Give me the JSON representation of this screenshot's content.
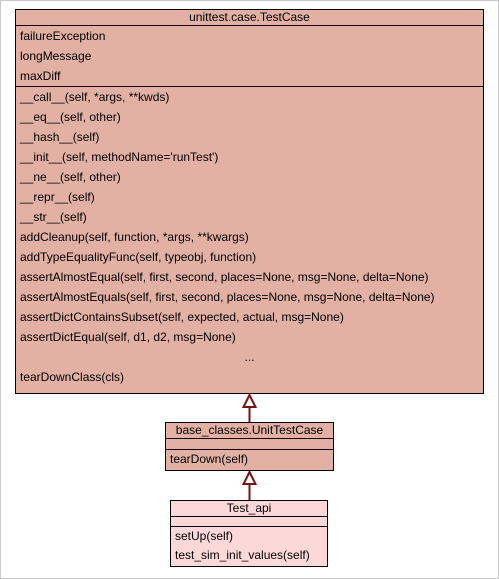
{
  "diagram": {
    "classes": [
      {
        "id": "testcase",
        "title": "unittest.case.TestCase",
        "attributes": [
          "failureException",
          "longMessage",
          "maxDiff"
        ],
        "methods": [
          "__call__(self, *args, **kwds)",
          "__eq__(self, other)",
          "__hash__(self)",
          "__init__(self, methodName='runTest')",
          "__ne__(self, other)",
          "__repr__(self)",
          "__str__(self)",
          "addCleanup(self, function, *args, **kwargs)",
          "addTypeEqualityFunc(self, typeobj, function)",
          "assertAlmostEqual(self, first, second, places=None, msg=None, delta=None)",
          "assertAlmostEquals(self, first, second, places=None, msg=None, delta=None)",
          "assertDictContainsSubset(self, expected, actual, msg=None)",
          "assertDictEqual(self, d1, d2, msg=None)",
          "...",
          "tearDownClass(cls)"
        ]
      },
      {
        "id": "unittestcase",
        "title": "base_classes.UnitTestCase",
        "attributes": [],
        "methods": [
          "tearDown(self)"
        ]
      },
      {
        "id": "testapi",
        "title": "Test_api",
        "attributes": [],
        "methods": [
          "setUp(self)",
          "test_sim_init_values(self)"
        ]
      }
    ],
    "colors": {
      "base_fill": "#e2b1a4",
      "leaf_fill": "#fcd9d8",
      "edge": "#7b1212"
    }
  }
}
